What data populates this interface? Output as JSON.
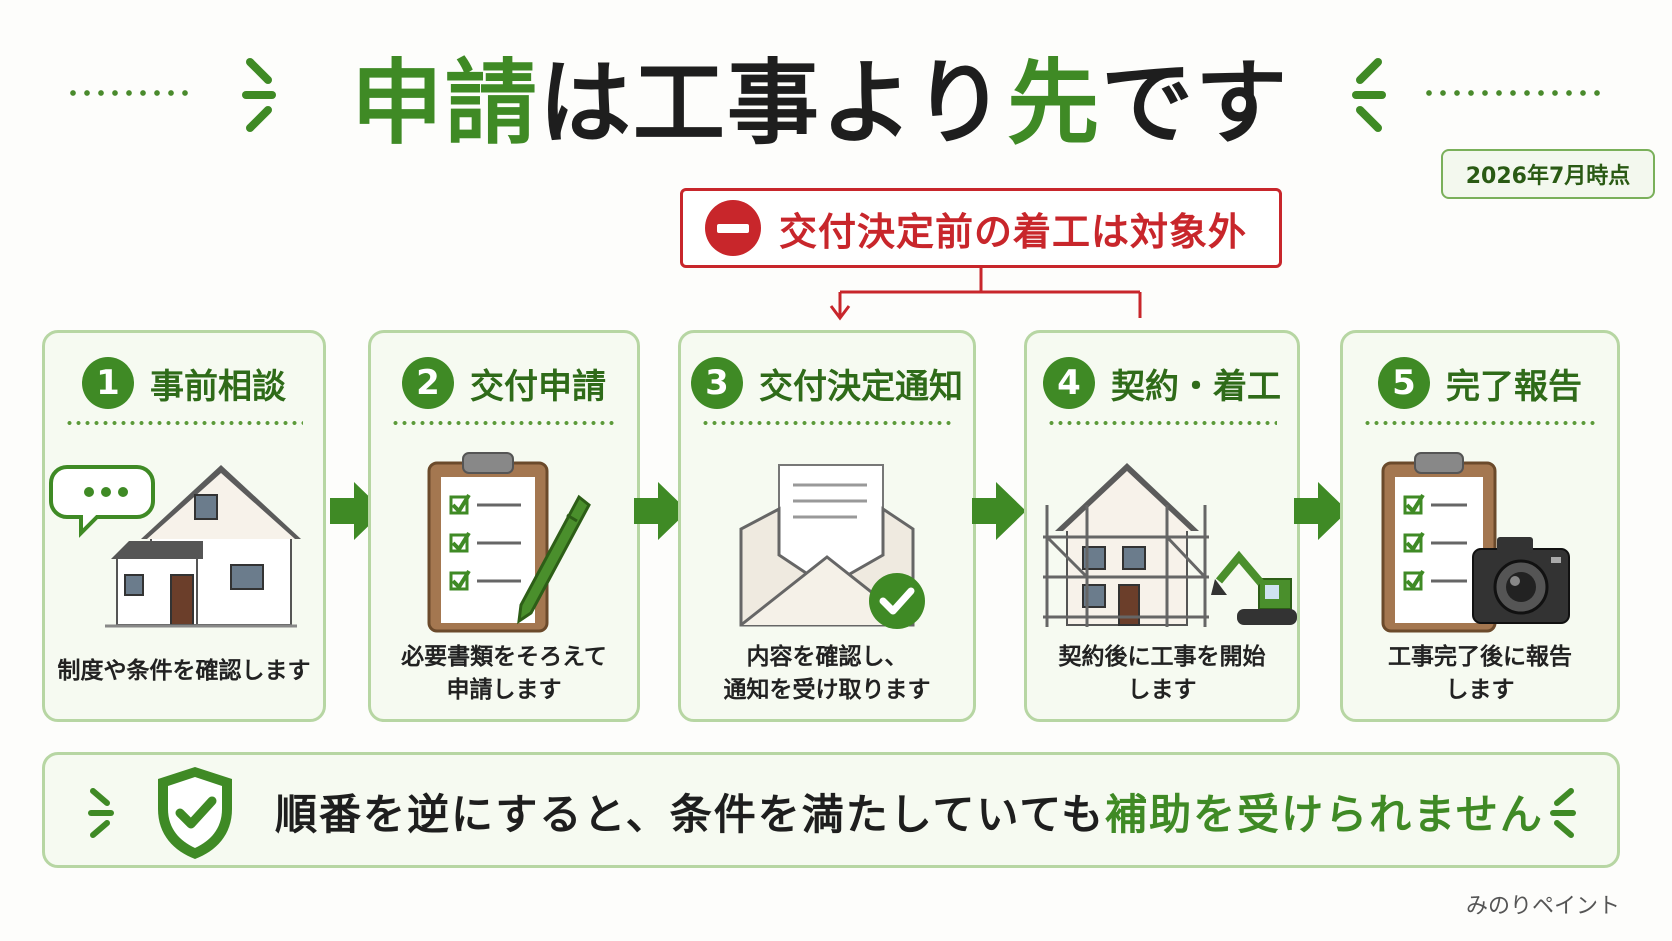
{
  "header": {
    "title_part1": "申請",
    "title_part2": "は工事より",
    "title_part3": "先",
    "title_part4": "です",
    "date_badge": "2026年7月時点"
  },
  "warning": {
    "text": "交付決定前の着工は対象外",
    "icon": "no-entry-icon",
    "color": "#c8262b"
  },
  "steps": [
    {
      "number": "1",
      "title": "事前相談",
      "description_line1": "制度や条件を確認します",
      "description_line2": "",
      "icon": "house-with-speech-bubble-icon"
    },
    {
      "number": "2",
      "title": "交付申請",
      "description_line1": "必要書類をそろえて",
      "description_line2": "申請します",
      "icon": "clipboard-checklist-pen-icon"
    },
    {
      "number": "3",
      "title": "交付決定通知",
      "description_line1": "内容を確認し、",
      "description_line2": "通知を受け取ります",
      "icon": "envelope-check-icon"
    },
    {
      "number": "4",
      "title": "契約・着工",
      "description_line1": "契約後に工事を開始",
      "description_line2": "します",
      "icon": "house-scaffolding-excavator-icon"
    },
    {
      "number": "5",
      "title": "完了報告",
      "description_line1": "工事完了後に報告",
      "description_line2": "します",
      "icon": "clipboard-camera-icon"
    }
  ],
  "banner": {
    "text_part1": "順番を逆にすると、条件を満たしていても",
    "text_part2": "補助を受けられません",
    "icon": "shield-check-icon"
  },
  "footer": {
    "credit": "みのりペイント"
  },
  "colors": {
    "accent_green": "#3f8a25",
    "light_green_border": "#b7d6a3",
    "card_background": "#f6faf1",
    "warning_red": "#c8262b"
  }
}
